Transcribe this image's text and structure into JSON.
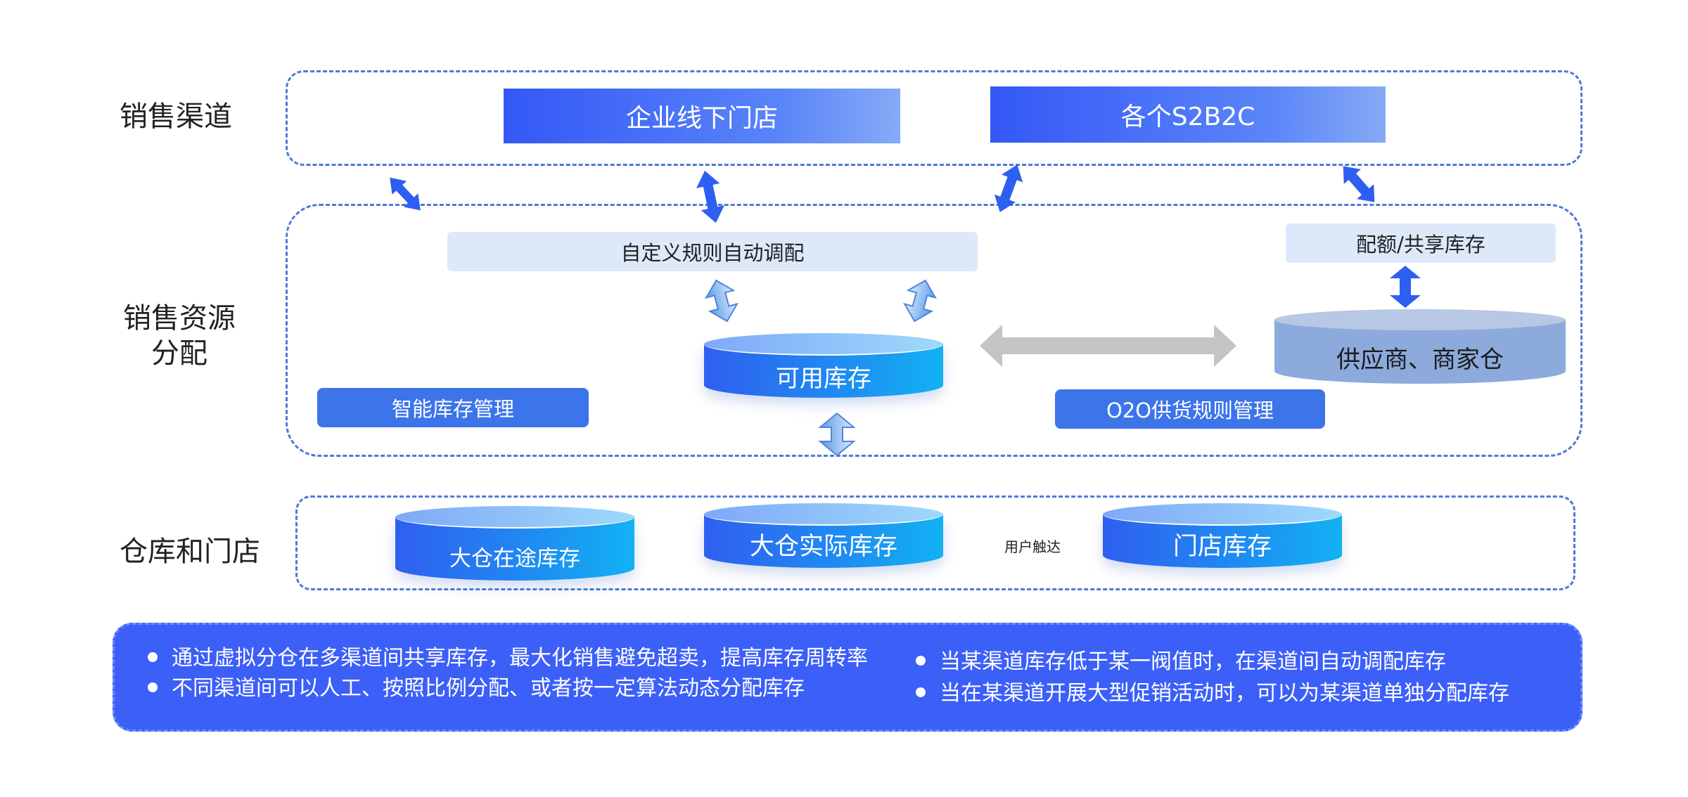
{
  "rows": {
    "sales_channel": "销售渠道",
    "resource_alloc_line1": "销售资源",
    "resource_alloc_line2": "分配",
    "warehouse_store": "仓库和门店"
  },
  "channels": {
    "offline_store": "企业线下门店",
    "s2b2c": "各个S2B2C"
  },
  "allocation": {
    "custom_rule": "自定义规则自动调配",
    "quota_share": "配额/共享库存",
    "available_stock": "可用库存",
    "supplier_warehouse": "供应商、商家仓",
    "smart_inventory": "智能库存管理",
    "o2o_rules": "O2O供货规则管理"
  },
  "warehouse": {
    "in_transit": "大仓在途库存",
    "actual": "大仓实际库存",
    "user_reach": "用户触达",
    "store_stock": "门店库存"
  },
  "bullets": [
    "通过虚拟分仓在多渠道间共享库存，最大化销售避免超卖，提高库存周转率",
    "不同渠道间可以人工、按照比例分配、或者按一定算法动态分配库存",
    "当某渠道库存低于某一阀值时，在渠道间自动调配库存",
    "当在某渠道开展大型促销活动时，可以为某渠道单独分配库存"
  ],
  "colors": {
    "accent": "#3c5ff8",
    "arrow_blue": "#2f5ff0",
    "arrow_gray": "#c4c4c4"
  }
}
